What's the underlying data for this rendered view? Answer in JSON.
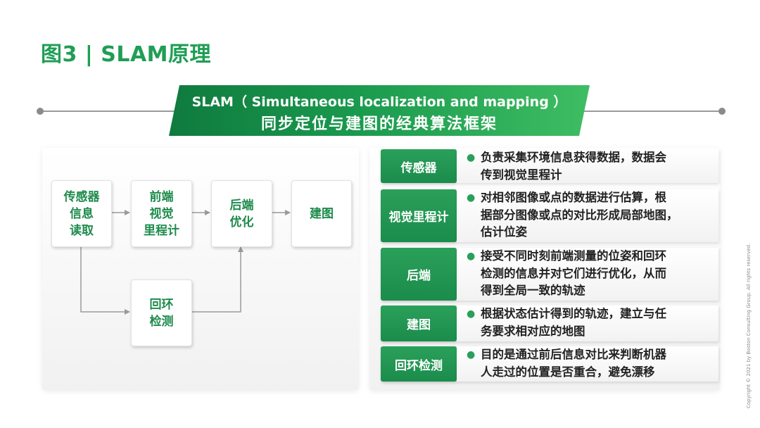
{
  "page": {
    "title": "图3 | SLAM原理"
  },
  "banner": {
    "line1": "SLAM（ Simultaneous localization and mapping ）",
    "line2": "同步定位与建图的经典算法框架"
  },
  "flow": {
    "sensor_read": "传感器\n信息\n读取",
    "front_end": "前端\n视觉\n里程计",
    "back_end": "后端\n优化",
    "mapping": "建图",
    "loop_detect": "回环\n检测"
  },
  "rows": [
    {
      "label": "传感器",
      "text": "负责采集环境信息获得数据，数据会\n传到视觉里程计"
    },
    {
      "label": "视觉里程计",
      "text": "对相邻图像或点的数据进行估算，根\n据部分图像或点的对比形成局部地图，\n估计位姿"
    },
    {
      "label": "后端",
      "text": "接受不同时刻前端测量的位姿和回环\n检测的信息并对它们进行优化，从而\n得到全局一致的轨迹"
    },
    {
      "label": "建图",
      "text": "根据状态估计得到的轨迹，建立与任\n务要求相对应的地图"
    },
    {
      "label": "回环检测",
      "text": "目的是通过前后信息对比来判断机器\n人走过的位置是否重合，避免漂移"
    }
  ],
  "footer": {
    "copyright": "Copyright © 2021 by Boston Consulting Group. All rights reserved."
  },
  "colors": {
    "accent": "#1f9e55",
    "dark_green": "#0f7a3e",
    "arrow": "#9a9a9a"
  }
}
